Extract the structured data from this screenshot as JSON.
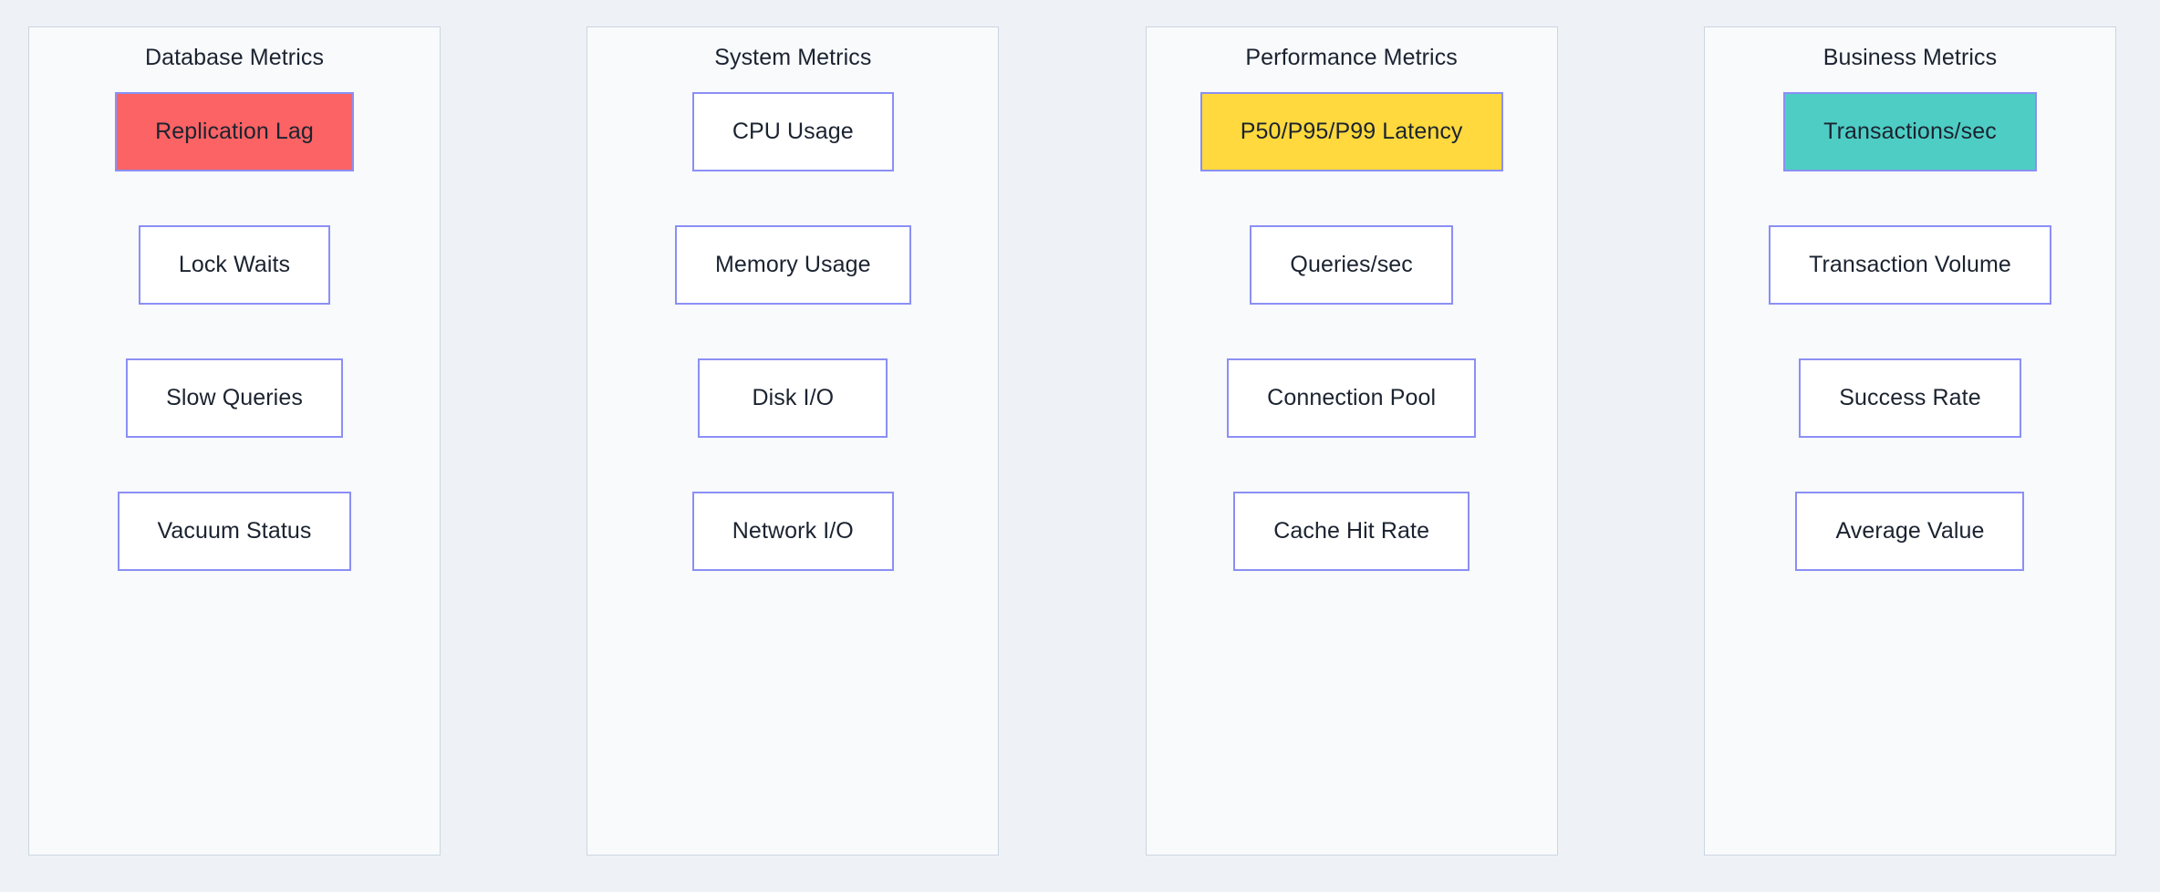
{
  "page": {
    "background_color": "#eef1f6",
    "panel_background_color": "#f8fafc",
    "panel_border_color": "#ccd6e0",
    "card_border_color": "#8b8ff5",
    "card_background_color": "#ffffff",
    "text_color": "#1b2330"
  },
  "panels": [
    {
      "title": "Database Metrics",
      "cards": [
        {
          "label": "Replication Lag",
          "fill": "#fb6364",
          "highlighted": true
        },
        {
          "label": "Lock Waits",
          "fill": "#ffffff",
          "highlighted": false
        },
        {
          "label": "Slow Queries",
          "fill": "#ffffff",
          "highlighted": false
        },
        {
          "label": "Vacuum Status",
          "fill": "#ffffff",
          "highlighted": false
        }
      ]
    },
    {
      "title": "System Metrics",
      "cards": [
        {
          "label": "CPU Usage",
          "fill": "#ffffff",
          "highlighted": false
        },
        {
          "label": "Memory Usage",
          "fill": "#ffffff",
          "highlighted": false
        },
        {
          "label": "Disk I/O",
          "fill": "#ffffff",
          "highlighted": false
        },
        {
          "label": "Network I/O",
          "fill": "#ffffff",
          "highlighted": false
        }
      ]
    },
    {
      "title": "Performance Metrics",
      "cards": [
        {
          "label": "P50/P95/P99 Latency",
          "fill": "#ffd93d",
          "highlighted": true
        },
        {
          "label": "Queries/sec",
          "fill": "#ffffff",
          "highlighted": false
        },
        {
          "label": "Connection Pool",
          "fill": "#ffffff",
          "highlighted": false
        },
        {
          "label": "Cache Hit Rate",
          "fill": "#ffffff",
          "highlighted": false
        }
      ]
    },
    {
      "title": "Business Metrics",
      "cards": [
        {
          "label": "Transactions/sec",
          "fill": "#4ecdc4",
          "highlighted": true
        },
        {
          "label": "Transaction Volume",
          "fill": "#ffffff",
          "highlighted": false
        },
        {
          "label": "Success Rate",
          "fill": "#ffffff",
          "highlighted": false
        },
        {
          "label": "Average Value",
          "fill": "#ffffff",
          "highlighted": false
        }
      ]
    }
  ]
}
